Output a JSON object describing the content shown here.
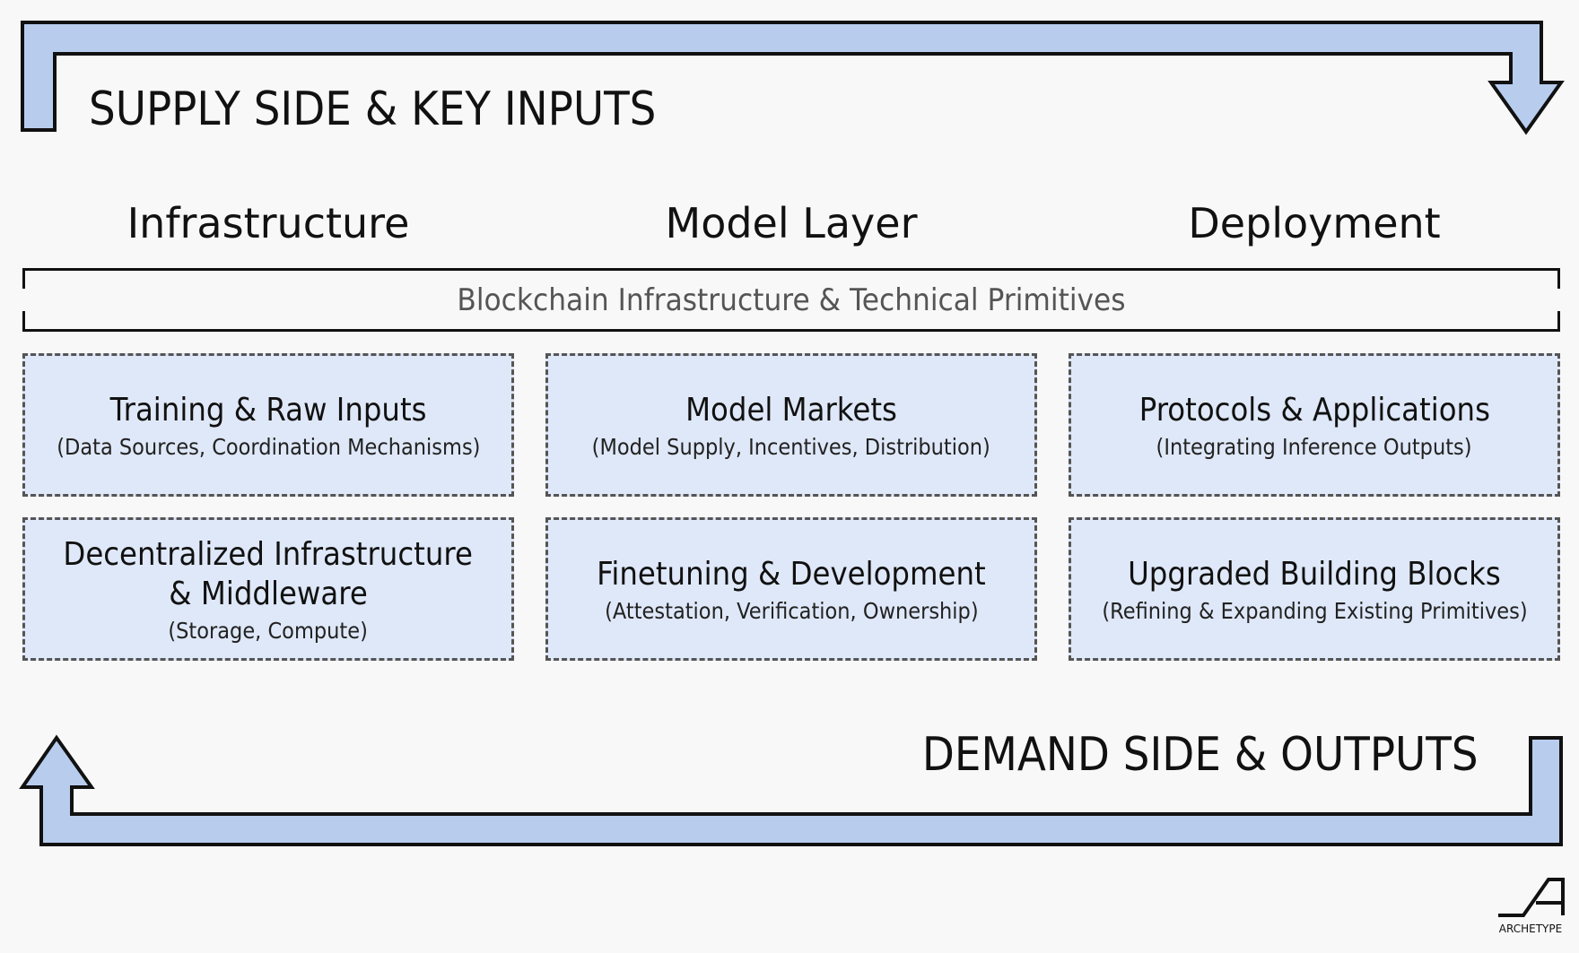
{
  "flow": {
    "supply_title": "SUPPLY SIDE & KEY INPUTS",
    "demand_title": "DEMAND SIDE & OUTPUTS",
    "arrow_fill": "#b8cdee",
    "arrow_stroke": "#111111"
  },
  "columns": [
    {
      "header": "Infrastructure"
    },
    {
      "header": "Model Layer"
    },
    {
      "header": "Deployment"
    }
  ],
  "bracket": {
    "label": "Blockchain Infrastructure & Technical Primitives"
  },
  "boxes": {
    "infra_top": {
      "title": "Training & Raw Inputs",
      "sub": "(Data Sources, Coordination Mechanisms)"
    },
    "infra_bottom": {
      "title_line1": "Decentralized Infrastructure",
      "title_line2": "& Middleware",
      "sub": "(Storage, Compute)"
    },
    "model_top": {
      "title": "Model Markets",
      "sub": "(Model Supply, Incentives, Distribution)"
    },
    "model_bottom": {
      "title": "Finetuning & Development",
      "sub": "(Attestation, Verification, Ownership)"
    },
    "deploy_top": {
      "title": "Protocols & Applications",
      "sub": "(Integrating Inference Outputs)"
    },
    "deploy_bottom": {
      "title": "Upgraded Building Blocks",
      "sub": "(Refining & Expanding Existing Primitives)"
    }
  },
  "colors": {
    "box_fill": "#dfe8f8",
    "box_border": "#555555",
    "background": "#f8f8f8"
  },
  "logo": {
    "text": "ARCHETYPE"
  }
}
